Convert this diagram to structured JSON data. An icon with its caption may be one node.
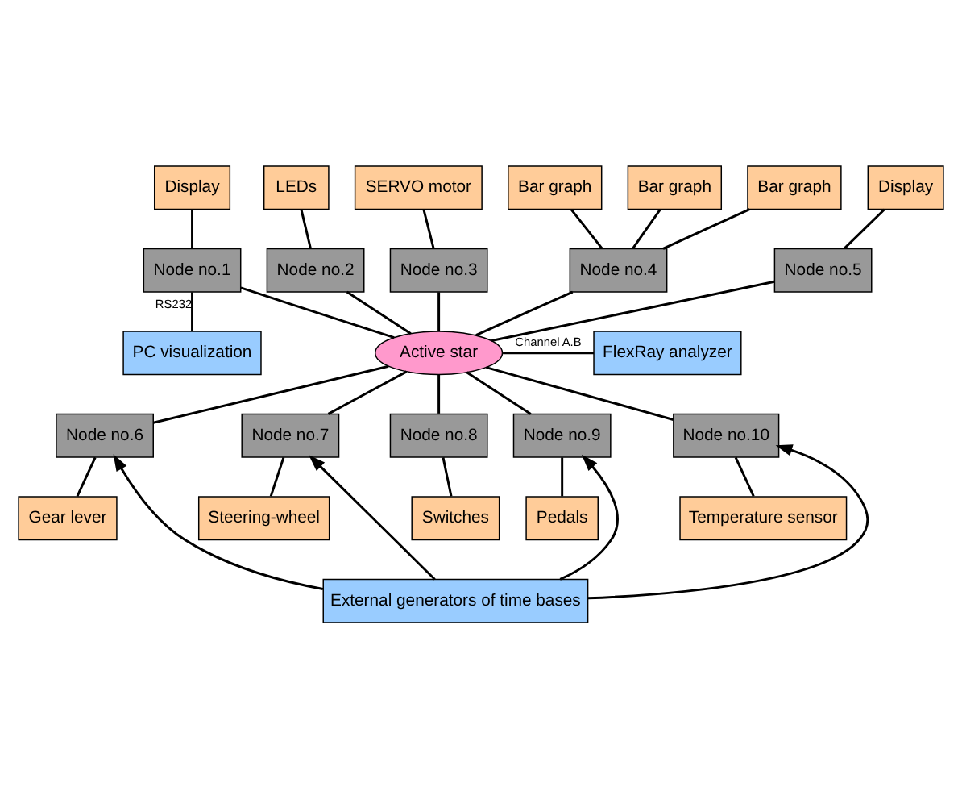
{
  "diagram": {
    "nodes": [
      {
        "text": [
          "Display"
        ]
      },
      {
        "text": [
          "LEDs"
        ]
      },
      {
        "text": [
          "SERVO motor"
        ]
      },
      {
        "text": [
          "Bar graph"
        ]
      },
      {
        "text": [
          "Bar graph"
        ]
      },
      {
        "text": [
          "Bar graph"
        ]
      },
      {
        "text": [
          "Display"
        ]
      },
      {
        "text": [
          "Node no.1"
        ]
      },
      {
        "text": [
          "Node no.2"
        ]
      },
      {
        "text": [
          "Node no.3"
        ]
      },
      {
        "text": [
          "Node no.4"
        ]
      },
      {
        "text": [
          "Node no.5"
        ]
      },
      {
        "text": [
          "PC visualization"
        ]
      },
      {
        "text": [
          "Active star"
        ]
      },
      {
        "text": [
          "FlexRay analyzer"
        ]
      },
      {
        "text": [
          "Node no.6"
        ]
      },
      {
        "text": [
          "Node no.7"
        ]
      },
      {
        "text": [
          "Node no.8"
        ]
      },
      {
        "text": [
          "Node no.9"
        ]
      },
      {
        "text": [
          "Node no.10"
        ]
      },
      {
        "text": [
          "Gear lever"
        ]
      },
      {
        "text": [
          "Steering-wheel"
        ]
      },
      {
        "text": [
          "Switches"
        ]
      },
      {
        "text": [
          "Pedals"
        ]
      },
      {
        "text": [
          "Temperature sensor"
        ]
      },
      {
        "text": [
          "External generators of time bases"
        ]
      }
    ],
    "edges": [
      {
        "from": 0,
        "to": 7,
        "arrow": "none"
      },
      {
        "from": 1,
        "to": 8,
        "arrow": "none"
      },
      {
        "from": 2,
        "to": 9,
        "arrow": "none"
      },
      {
        "from": 3,
        "to": 10,
        "arrow": "none"
      },
      {
        "from": 4,
        "to": 10,
        "arrow": "none"
      },
      {
        "from": 5,
        "to": 10,
        "arrow": "none"
      },
      {
        "from": 6,
        "to": 11,
        "arrow": "none"
      },
      {
        "from": 7,
        "to": 12,
        "arrow": "none",
        "label": "RS232"
      },
      {
        "from": 7,
        "to": 13,
        "arrow": "none"
      },
      {
        "from": 8,
        "to": 13,
        "arrow": "none"
      },
      {
        "from": 9,
        "to": 13,
        "arrow": "none"
      },
      {
        "from": 10,
        "to": 13,
        "arrow": "none"
      },
      {
        "from": 11,
        "to": 13,
        "arrow": "none"
      },
      {
        "from": 13,
        "to": 14,
        "arrow": "none",
        "label": "Channel A.B"
      },
      {
        "from": 13,
        "to": 15,
        "arrow": "none"
      },
      {
        "from": 13,
        "to": 16,
        "arrow": "none"
      },
      {
        "from": 13,
        "to": 17,
        "arrow": "none"
      },
      {
        "from": 13,
        "to": 18,
        "arrow": "none"
      },
      {
        "from": 13,
        "to": 19,
        "arrow": "none"
      },
      {
        "from": 15,
        "to": 20,
        "arrow": "none"
      },
      {
        "from": 16,
        "to": 21,
        "arrow": "none"
      },
      {
        "from": 17,
        "to": 22,
        "arrow": "none"
      },
      {
        "from": 18,
        "to": 23,
        "arrow": "none"
      },
      {
        "from": 19,
        "to": 24,
        "arrow": "none"
      },
      {
        "from": 25,
        "to": 15,
        "arrow": "to"
      },
      {
        "from": 25,
        "to": 16,
        "arrow": "to"
      },
      {
        "from": 25,
        "to": 18,
        "arrow": "to"
      },
      {
        "from": 25,
        "to": 19,
        "arrow": "to"
      }
    ]
  }
}
